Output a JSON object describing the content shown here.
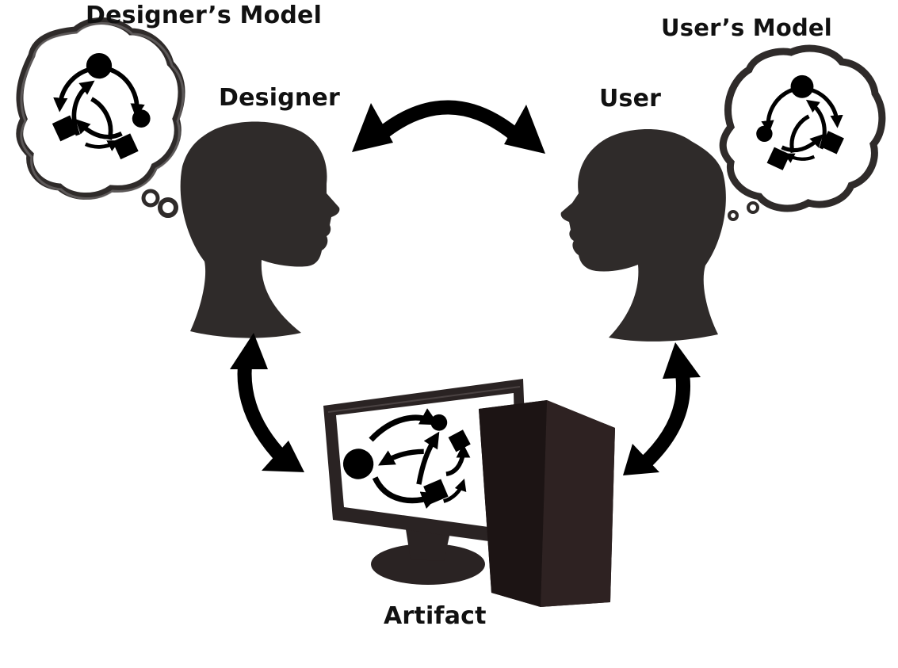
{
  "labels": {
    "designers_model": "Designer’s Model",
    "users_model": "User’s Model",
    "designer": "Designer",
    "user": "User",
    "artifact": "Artifact"
  },
  "icons": {
    "heads": [
      "designer-head-icon",
      "user-head-icon"
    ],
    "thought_bubbles": [
      "designer-thought-bubble",
      "user-thought-bubble"
    ],
    "computer": "computer-artifact-icon",
    "arrows": [
      "designer-user-arrow",
      "designer-artifact-arrow",
      "user-artifact-arrow"
    ]
  },
  "colors": {
    "silhouette": "#2f2b2a",
    "monitor": "#2a2323",
    "tower": "#241b1b",
    "ink": "#000000",
    "background": "#ffffff"
  }
}
